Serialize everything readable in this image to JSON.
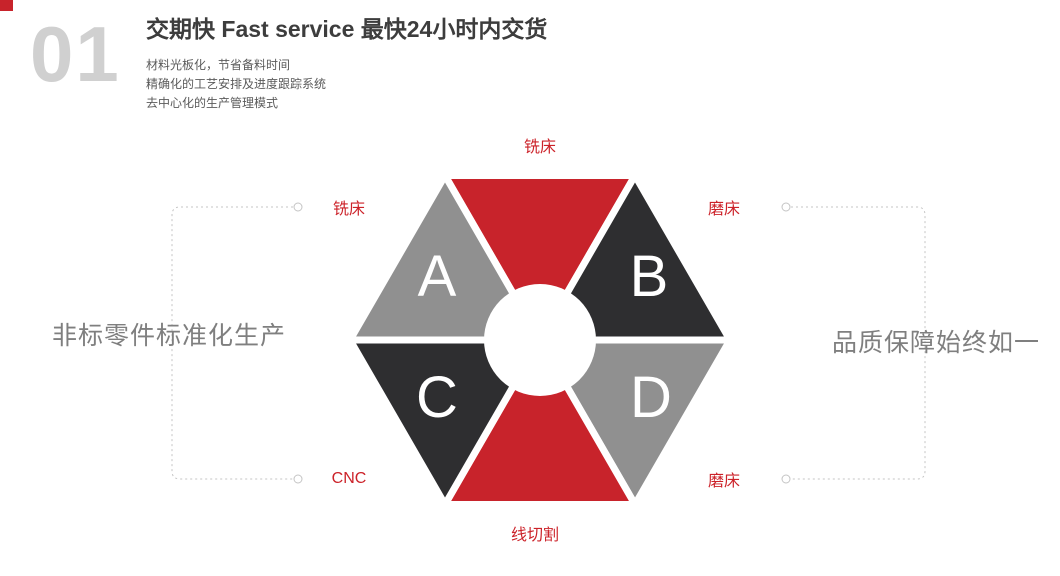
{
  "header": {
    "index": "01",
    "title": "交期快  Fast service 最快24小时内交货",
    "subtitles": [
      "材料光板化，节省备料时间",
      "精确化的工艺安排及进度跟踪系统",
      "去中心化的生产管理模式"
    ]
  },
  "hexagon": {
    "segments": {
      "top": {
        "label": "铣床",
        "color": "#c8232b"
      },
      "upper_left": {
        "letter": "A",
        "label": "铣床",
        "color": "#909090"
      },
      "upper_right": {
        "letter": "B",
        "label": "磨床",
        "color": "#2e2e30"
      },
      "lower_left": {
        "letter": "C",
        "label": "CNC",
        "color": "#2e2e30"
      },
      "lower_right": {
        "letter": "D",
        "label": "磨床",
        "color": "#909090"
      },
      "bottom": {
        "label": "线切割",
        "color": "#c8232b"
      }
    }
  },
  "callouts": {
    "left": "非标零件标准化生产",
    "right": "品质保障始终如一"
  },
  "colors": {
    "accent_red": "#c8232b",
    "label_red": "#cc2229",
    "dark_triangle": "#2e2e30",
    "gray_triangle": "#909090",
    "number_gray": "#d0d0d0",
    "connector_gray": "#c4c4c4",
    "side_text_gray": "#7f7f7f"
  }
}
